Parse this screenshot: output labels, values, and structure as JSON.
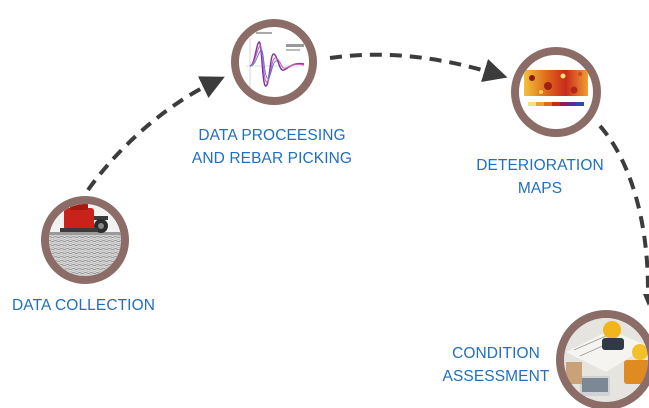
{
  "stages": [
    {
      "label_lines": [
        "DATA COLLECTION"
      ]
    },
    {
      "label_lines": [
        "DATA PROCEESING",
        "AND REBAR PICKING"
      ]
    },
    {
      "label_lines": [
        "DETERIORATION",
        "MAPS"
      ]
    },
    {
      "label_lines": [
        "CONDITION",
        "ASSESSMENT"
      ]
    }
  ],
  "colors": {
    "ring": "#8c6c66",
    "arrow": "#3c3c3c",
    "label": "#1f6fc2"
  }
}
